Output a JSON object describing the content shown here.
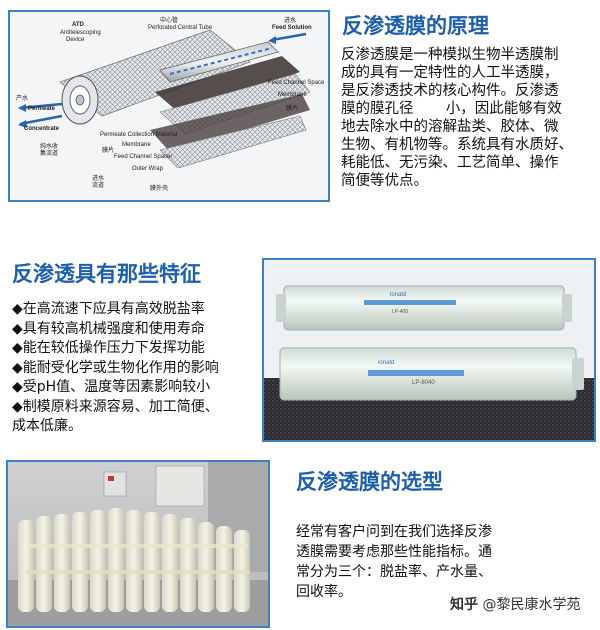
{
  "principle": {
    "title": "反渗透膜的原理",
    "lines": [
      "反渗透膜是一种模拟生物半透膜制",
      "成的具有一定特性的人工半透膜，",
      "是反渗透技术的核心构件。反渗透",
      "膜的膜孔径       小，因此能够有效",
      "地去除水中的溶解盐类、胶体、微",
      "生物、有机物等。系统具有水质好、",
      "耗能低、无污染、工艺简单、操作",
      "简便等优点。"
    ]
  },
  "diagram": {
    "labels": {
      "atd": "ATD",
      "anti": "Antitelescoping",
      "device": "Device",
      "center_cn": "中心管",
      "center_en": "Perforated Central Tube",
      "feed_cn": "进水",
      "feed_en": "Feed Solution",
      "product_cn": "产水",
      "permeate": "Permeate",
      "concentrate": "Concentrate",
      "pure_cn1": "纯水收",
      "pure_cn2": "集流道",
      "feed_space": "Feed Channel Space",
      "membrane": "Membrane",
      "membrane_cn": "膜片",
      "collection": "Permeate Collection Material",
      "membrane2": "Membrane",
      "spacer": "Feed Channel Spacer",
      "outer": "Outer Wrap",
      "mem_cn": "膜片",
      "water_cn1": "进水",
      "water_cn2": "流道",
      "shell_cn": "膜外壳"
    }
  },
  "features": {
    "title": "反渗透具有那些特征",
    "items": [
      "◆在高流速下应具有高效脱盐率",
      "◆具有较高机械强度和使用寿命",
      "◆能在较低操作压力下发挥功能",
      "◆能耐受化学或生物化作用的影响",
      "◆受pH值、温度等因素影响较小",
      "◆制模原料来源容易、加工简便、",
      "成本低廉。"
    ]
  },
  "photo": {
    "brand1": "ionatd",
    "model1": "LP-400",
    "brand2": "ionatd",
    "model2": "LP-8040"
  },
  "selection": {
    "title": "反渗透膜的选型",
    "lines": [
      "经常有客户问到在我们选择反渗",
      "透膜需要考虑那些性能指标。通",
      "常分为三个：脱盐率、产水量、",
      "回收率。"
    ]
  },
  "watermark": {
    "logo": "知乎",
    "handle": "@黎民康水学苑"
  },
  "colors": {
    "title": "#1d5fa8",
    "frame": "#3b82c4"
  }
}
